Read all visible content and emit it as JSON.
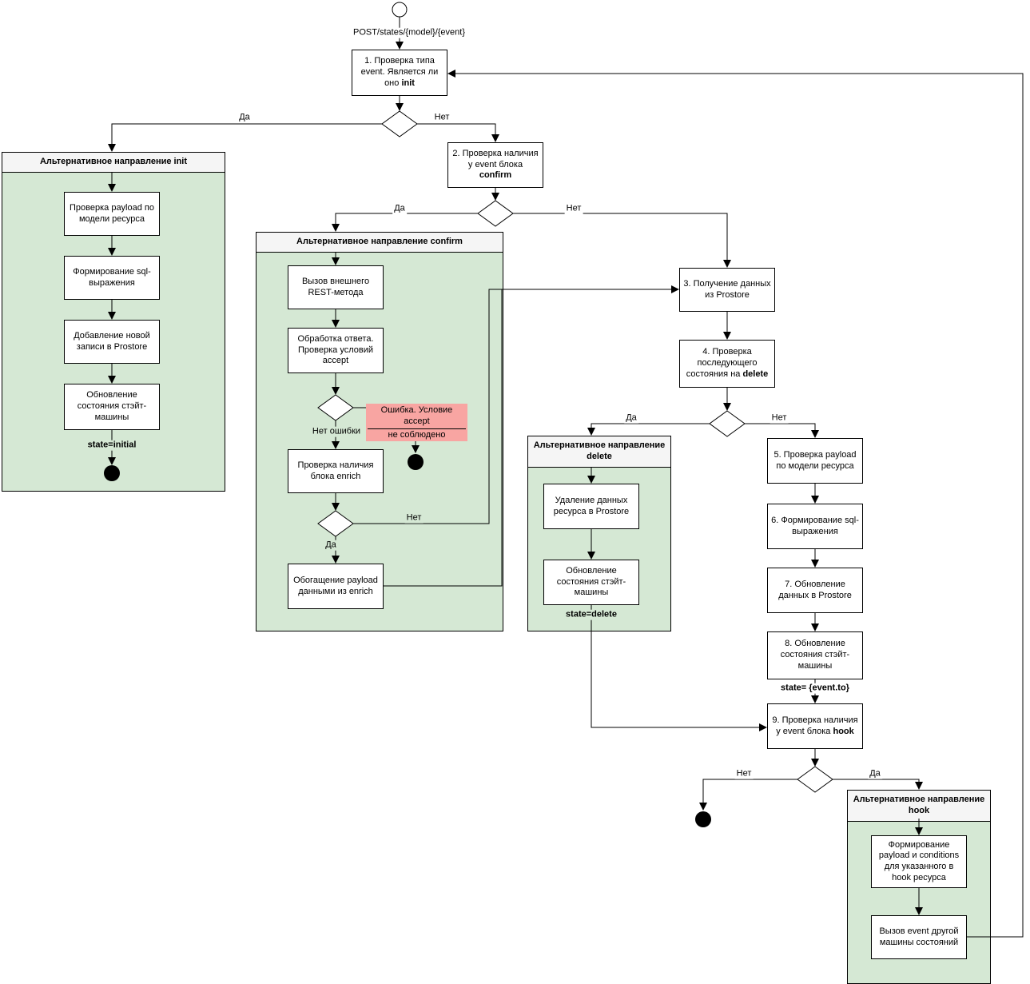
{
  "diagram": {
    "endpoint_label": "POST/states/{model}/{event}",
    "labels": {
      "yes": "Да",
      "no": "Нет",
      "no_error": "Нет ошибки",
      "error_line1": "Ошибка. Условие accept",
      "error_line2": "не соблюдено",
      "state_initial": "state=initial",
      "state_delete": "state=delete",
      "state_event_to": "state= {event.to}"
    },
    "nodes": {
      "n1": {
        "text": "1. Проверка типа event. Является ли оно ",
        "bold": "init"
      },
      "n2": {
        "text": "2. Проверка наличия у event блока ",
        "bold": "confirm"
      },
      "n3": {
        "text": "3. Получение данных из Prostore"
      },
      "n4": {
        "text": "4. Проверка последующего состояния на ",
        "bold": "delete"
      },
      "n5": {
        "text": "5. Проверка payload по модели ресурса"
      },
      "n6": {
        "text": "6. Формирование sql-выражения"
      },
      "n7": {
        "text": "7. Обновление данных в Prostore"
      },
      "n8": {
        "text": "8. Обновление состояния стэйт-машины"
      },
      "n9": {
        "text": "9. Проверка наличия у event блока ",
        "bold": "hook"
      }
    },
    "containers": {
      "init": {
        "title": "Альтернативное направление init",
        "steps": [
          "Проверка payload по модели ресурса",
          "Формирование sql-выражения",
          "Добавление новой записи в Prostore",
          "Обновление состояния стэйт-машины"
        ]
      },
      "confirm": {
        "title": "Альтернативное направление confirm",
        "steps": [
          "Вызов внешнего REST-метода",
          "Обработка ответа. Проверка условий accept",
          "Проверка наличия блока enrich",
          "Обогащение payload данными из enrich"
        ]
      },
      "delete": {
        "title": "Альтернативное направление delete",
        "steps": [
          "Удаление данных ресурса в Prostore",
          "Обновление состояния стэйт-машины"
        ]
      },
      "hook": {
        "title": "Альтернативное направление hook",
        "steps": [
          "Формирование payload и conditions для указанного в hook ресурса",
          "Вызов event другой машины состояний"
        ]
      }
    },
    "colors": {
      "container_fill": "#d5e8d4",
      "container_header": "#f5f5f5",
      "error_fill": "#f8a5a2",
      "line": "#000000"
    }
  }
}
